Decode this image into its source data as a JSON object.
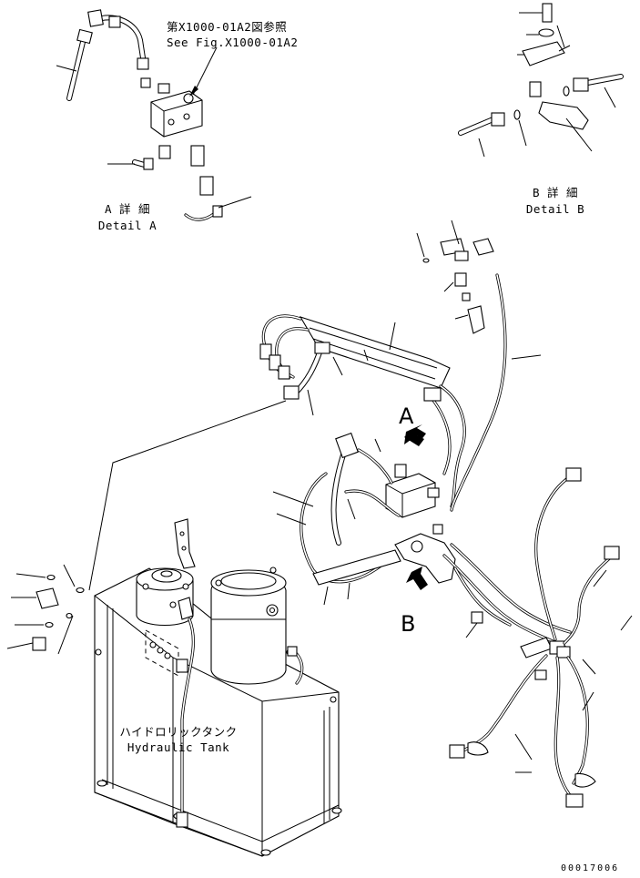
{
  "ref_note": {
    "line1": "第X1000-01A2図参照",
    "line2": "See Fig.X1000-01A2"
  },
  "detail_a": {
    "jp": "A 詳 細",
    "en": "Detail A"
  },
  "detail_b": {
    "jp": "B 詳 細",
    "en": "Detail B"
  },
  "tank_label": {
    "jp": "ハイドロリックタンク",
    "en": "Hydraulic Tank"
  },
  "view_markers": {
    "a": "A",
    "b": "B"
  },
  "drawing_number": "00017006"
}
